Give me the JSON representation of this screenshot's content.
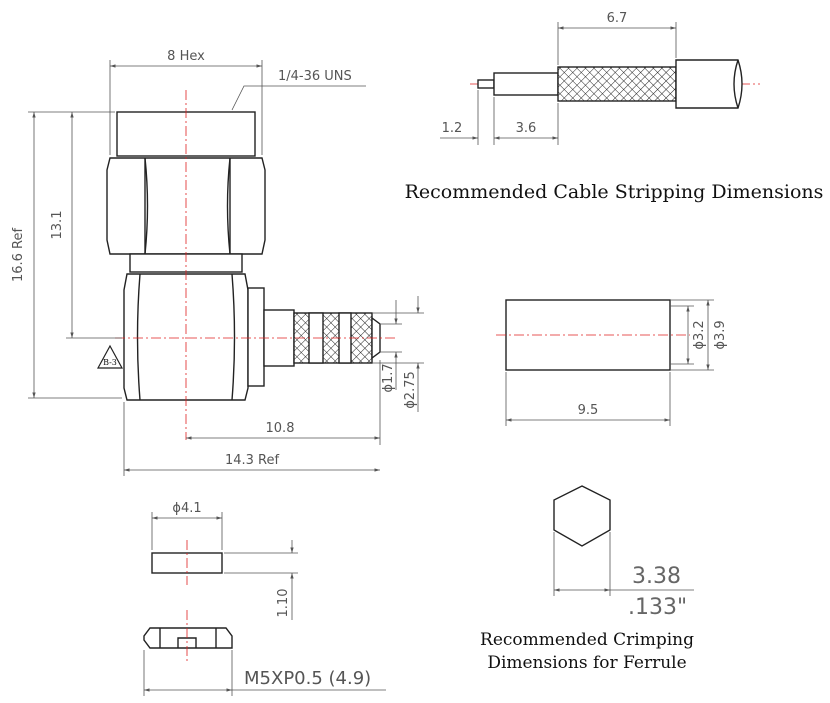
{
  "dimensions": {
    "hex": "8 Hex",
    "thread": "1/4-36 UNS",
    "height_ref": "16.6 Ref",
    "height": "13.1",
    "marker": "B-3",
    "dia_1_7": "ϕ1.7",
    "dia_2_75": "ϕ2.75",
    "len_10_8": "10.8",
    "len_14_3": "14.3 Ref",
    "strip_6_7": "6.7",
    "strip_1_2": "1.2",
    "strip_3_6": "3.6",
    "ferrule_dia_3_2": "ϕ3.2",
    "ferrule_dia_3_9": "ϕ3.9",
    "ferrule_len": "9.5",
    "washer_dia": "ϕ4.1",
    "washer_thick": "1.10",
    "nut_thread": "M5XP0.5 (4.9)",
    "crimp_mm": "3.38",
    "crimp_in": ".133\""
  },
  "captions": {
    "stripping": "Recommended Cable Stripping Dimensions",
    "crimping_line1": "Recommended Crimping",
    "crimping_line2": "Dimensions for Ferrule"
  }
}
